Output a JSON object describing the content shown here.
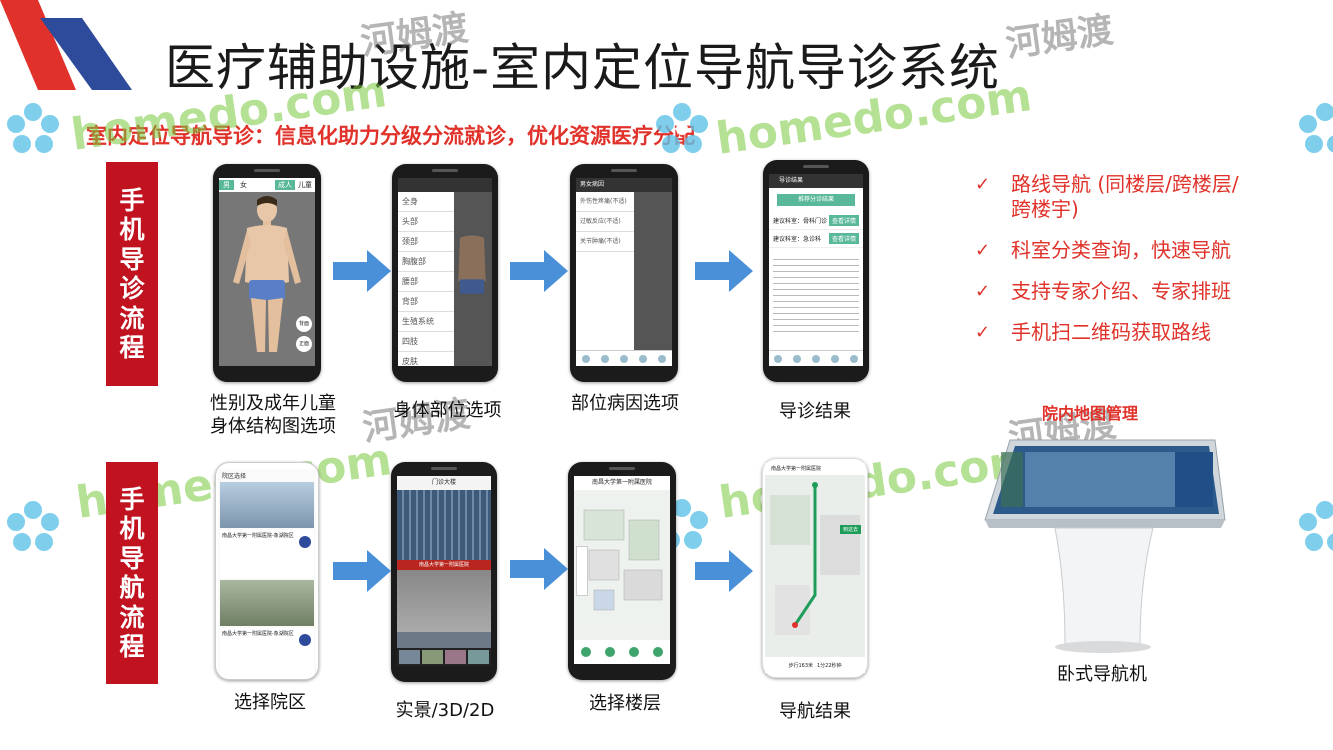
{
  "title": "医疗辅助设施-室内定位导航导诊系统",
  "subtitle": "室内定位导航导诊：信息化助力分级分流就诊，优化资源医疗分配",
  "sections": [
    {
      "label_chars": [
        "手",
        "机",
        "导",
        "诊",
        "流",
        "程"
      ]
    },
    {
      "label_chars": [
        "手",
        "机",
        "导",
        "航",
        "流",
        "程"
      ]
    }
  ],
  "row1_captions": [
    "性别及成年儿童\n身体结构图选项",
    "身体部位选项",
    "部位病因选项",
    "导诊结果"
  ],
  "row2_captions": [
    "选择院区",
    "实景/3D/2D",
    "选择楼层",
    "导航结果"
  ],
  "features": [
    "路线导航 (同楼层/跨楼层/跨楼宇)",
    "科室分类查询，快速导航",
    "支持专家介绍、专家排班",
    "手机扫二维码获取路线"
  ],
  "check_symbol": "✓",
  "map_management": "院内地图管理",
  "kiosk_caption": "卧式导航机",
  "watermarks": {
    "latin": "homedo.com",
    "chinese": "河姆渡"
  },
  "colors": {
    "accent_red": "#e0322a",
    "label_bg": "#c0121f",
    "arrow_blue": "#4a90d9",
    "watermark_green": "#7cc83c"
  },
  "phone_text": {
    "p1_top_left": "男",
    "p1_top_mid": "女",
    "p1_top_right1": "成人",
    "p1_top_right2": "儿童",
    "p1_btn1": "背面",
    "p1_btn2": "正面",
    "p2_items": [
      "全身",
      "头部",
      "颈部",
      "胸腹部",
      "腰部",
      "背部",
      "生殖系统",
      "四肢",
      "皮肤"
    ],
    "p3_header": "男女病因",
    "p3_items": [
      "外伤性疼痛(不适)",
      "过敏反应(不适)",
      "关节肿痛(不适)"
    ],
    "p4_header": "导诊结果",
    "p4_sub": "推荐分诊结果",
    "p4_rows": [
      "建议科室：骨科门诊",
      "建议科室：急诊科"
    ],
    "p4_btn": "查看详情",
    "p5_header": "院区选择",
    "p5_card1": "南昌大学第一附属医院-象湖院区",
    "p5_card2": "南昌大学第一附属医院-象湖院区",
    "p6_header": "门诊大楼",
    "p6_banner": "南昌大学第一附属医院",
    "p7_header": "南昌大学第一附属医院",
    "p8_header": "南昌大学第一附属医院",
    "p8_btn": "到这去",
    "p8_distance": "步行163米",
    "p8_time": "1分22秒钟"
  }
}
